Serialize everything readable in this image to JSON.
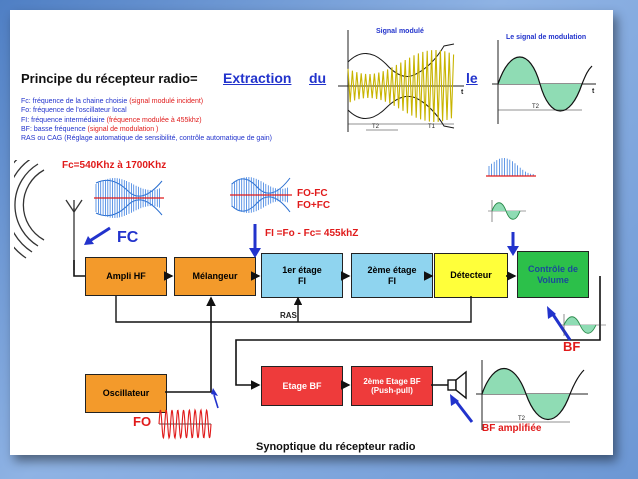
{
  "title": {
    "prefix": "Principe du récepteur radio=",
    "highlight": "Extraction",
    "word_du": "du",
    "word_le": "le"
  },
  "definitions": [
    {
      "abbr": "Fc",
      "text": ": fréquence  de la chaine choisie ",
      "extra": "(signal modulé incident)"
    },
    {
      "abbr": "Fo",
      "text": ": fréquence de l'oscillateur local",
      "extra": ""
    },
    {
      "abbr": "FI",
      "text": ": fréquence intermédiaire ",
      "extra": "(fréquence modulée à 455khz)"
    },
    {
      "abbr": "BF",
      "text": ": basse fréquence ",
      "extra": "(signal de modulation )"
    },
    {
      "abbr": "RAS ou CAG",
      "text": " (Réglage automatique de sensibilité, contrôle automatique de gain)",
      "extra": ""
    }
  ],
  "signal_module": {
    "title": "Signal modulé",
    "t_label": "t",
    "t2_label": "T2",
    "t1_label": "T1"
  },
  "signal_modulation": {
    "title": "Le signal  de modulation",
    "t_label": "t",
    "t2_label": "T2"
  },
  "fc_range": "Fc=540Khz à 1700Khz",
  "fc_label": "FC",
  "fo_fc": "FO-FC",
  "fo_plus_fc": "FO+FC",
  "fi_formula": "FI =Fo - Fc= 455khZ",
  "blocks": {
    "ampli_hf": "Ampli HF",
    "melangeur": "Mélangeur",
    "fi1_line1": "1er étage",
    "fi1_line2": "FI",
    "fi2_line1": "2ème étage",
    "fi2_line2": "FI",
    "detecteur": "Détecteur",
    "controle_line1": "Contrôle de",
    "controle_line2": "Volume",
    "oscillateur": "Oscillateur",
    "etage_bf": "Etage BF",
    "etage_bf2_line1": "2ème Etage BF",
    "etage_bf2_line2": "(Push-pull)"
  },
  "ras_label": "RAS",
  "bf_label": "BF",
  "fo_label": "FO",
  "bf_amplifiee": "BF amplifiée",
  "bf_t2": "T2",
  "caption": "Synoptique du récepteur radio",
  "colors": {
    "ampli": "#f39a2b",
    "fi": "#8fd4ef",
    "detecteur": "#ffff3a",
    "controle": "#2cc04a",
    "etage_bf": "#ee3b3b",
    "red": "#e01a1a",
    "blue": "#2233cc",
    "green_fill": "#8fdcb4"
  }
}
